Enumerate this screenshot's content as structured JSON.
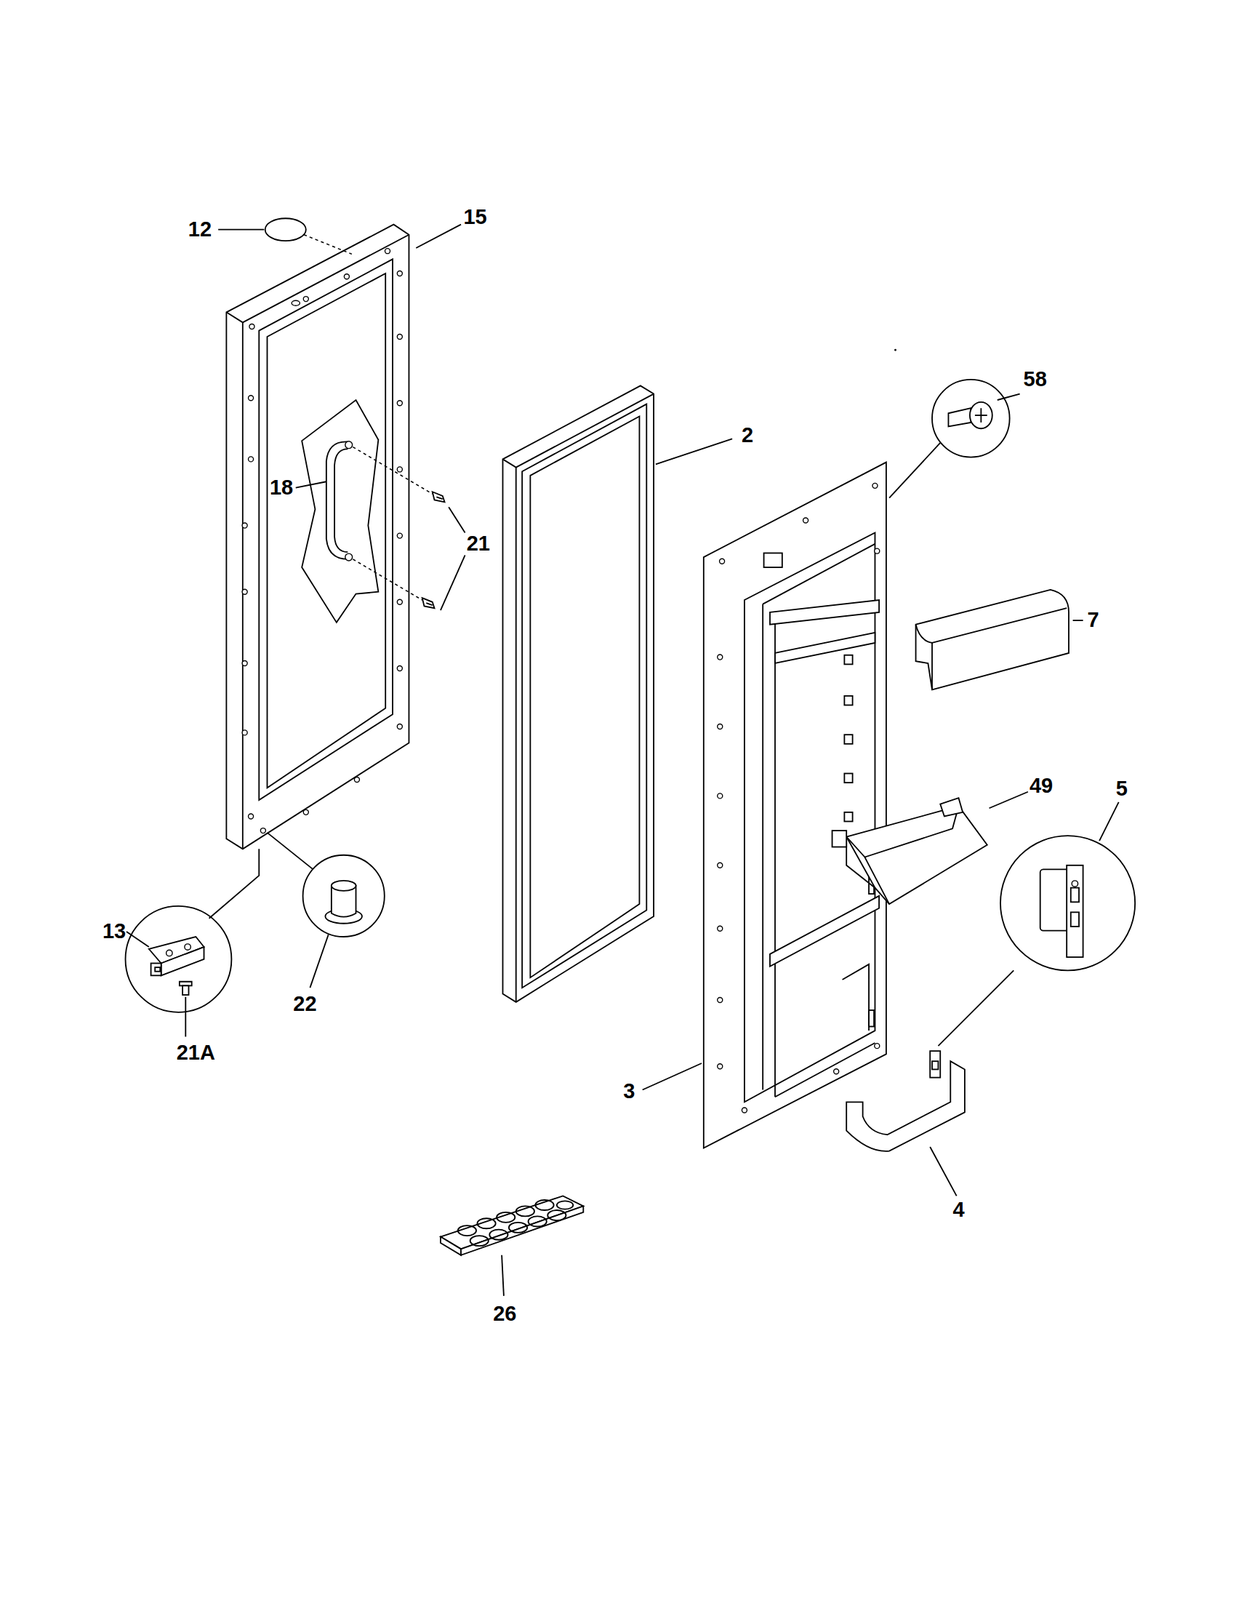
{
  "diagram": {
    "labels": [
      "12",
      "15",
      "58",
      "2",
      "18",
      "21",
      "7",
      "49",
      "5",
      "13",
      "22",
      "21A",
      "3",
      "4",
      "26"
    ]
  }
}
